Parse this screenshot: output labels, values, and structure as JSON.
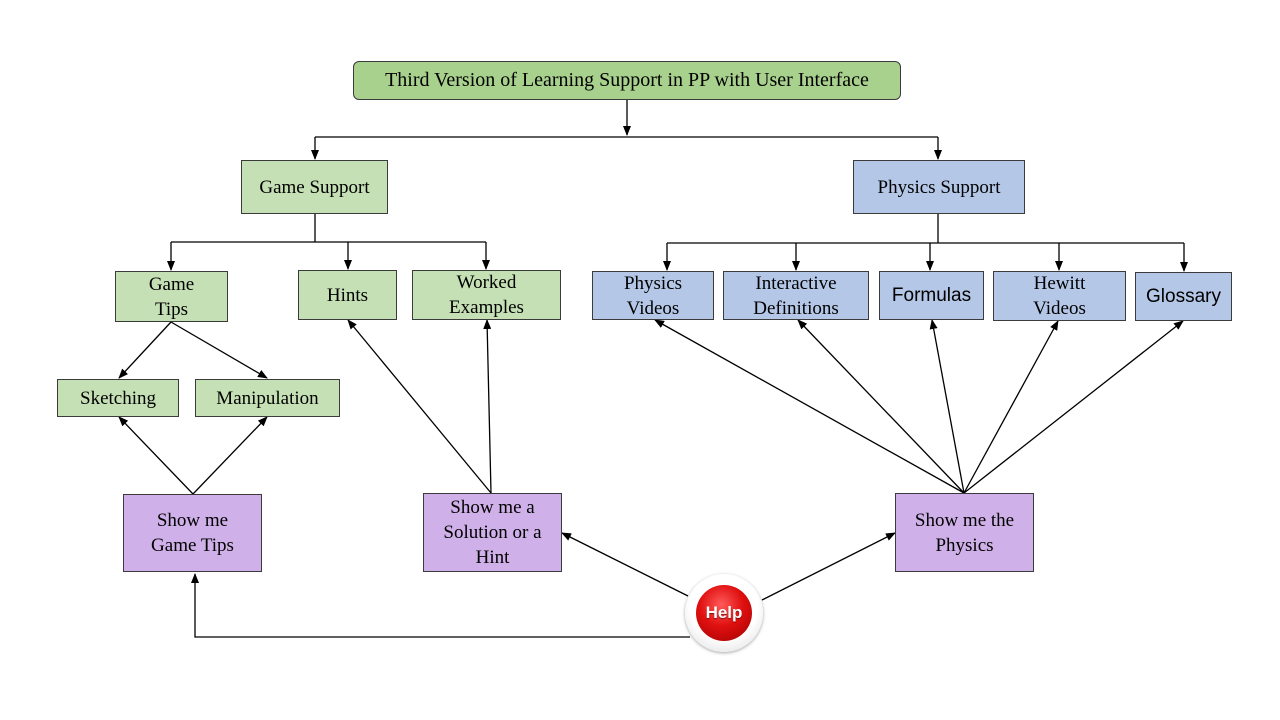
{
  "diagram": {
    "title": "Third Version of Learning  Support in PP with User Interface",
    "game_support": "Game Support",
    "physics_support": "Physics  Support",
    "game_tips": "Game\nTips",
    "hints": "Hints",
    "worked_examples": "Worked\nExamples",
    "physics_videos": "Physics\nVideos",
    "interactive_definitions": "Interactive\nDefinitions",
    "formulas": "Formulas",
    "hewitt_videos": "Hewitt\nVideos",
    "glossary": "Glossary",
    "sketching": "Sketching",
    "manipulation": "Manipulation",
    "show_game_tips": "Show me\nGame Tips",
    "show_solution_hint": "Show me a\nSolution or a\nHint",
    "show_physics": "Show me the\nPhysics",
    "help_button": "Help"
  },
  "colors": {
    "title_fill": "#a9d18e",
    "game_fill": "#c5e0b4",
    "physics_fill": "#b4c7e7",
    "action_fill": "#cfb0e8",
    "help_red": "#e01010",
    "line": "#000000"
  }
}
